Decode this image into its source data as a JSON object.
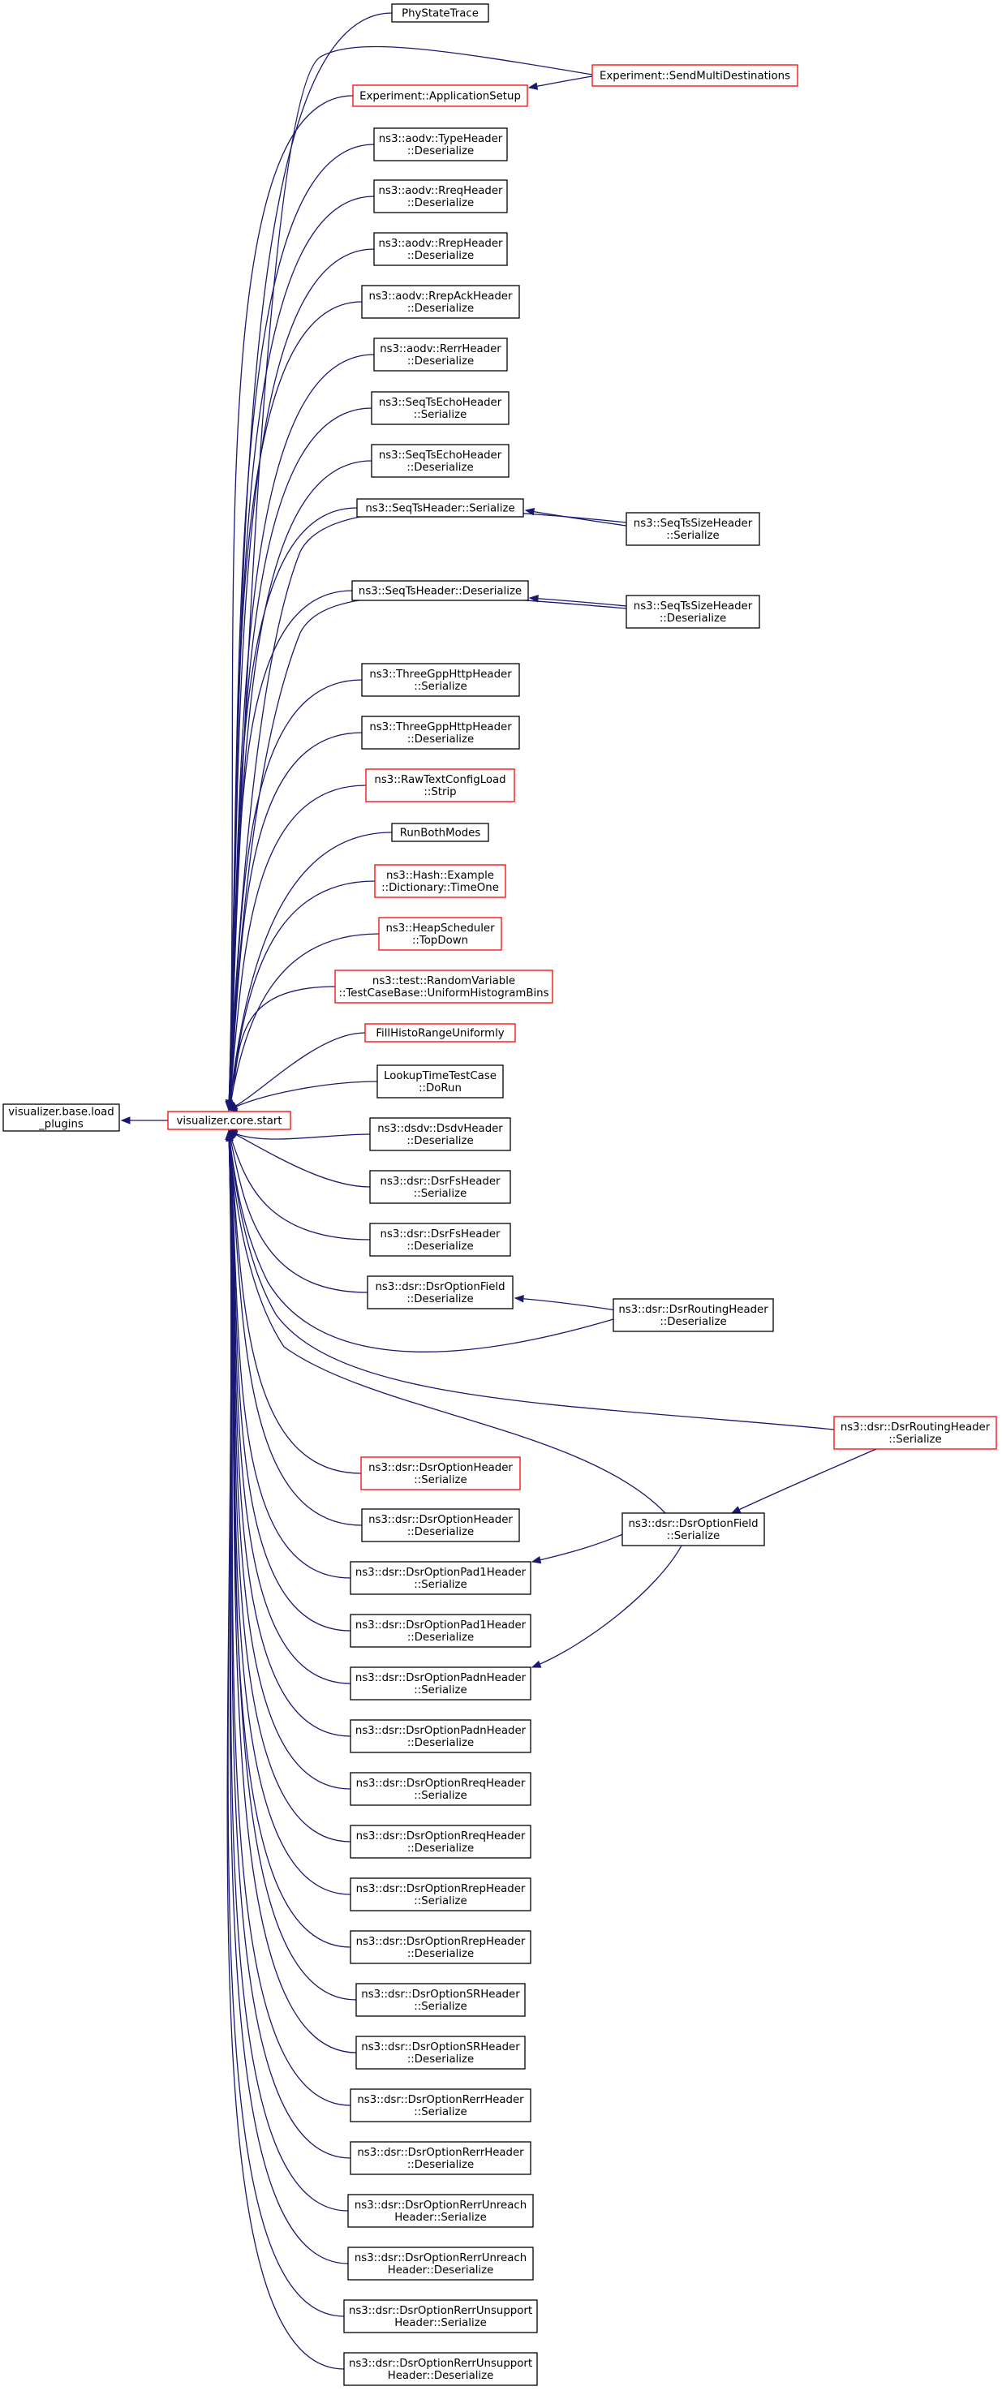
{
  "colors": {
    "edge": "#191970",
    "normal_border": "#000000",
    "incomplete_border": "#ff0000",
    "root_fill": "#bfbfbf",
    "background": "#ffffff"
  },
  "nodes": [
    {
      "id": "load_plugins",
      "lines": [
        "visualizer.base.load",
        "_plugins"
      ],
      "kind": "root"
    },
    {
      "id": "core_start",
      "lines": [
        "visualizer.core.start"
      ],
      "kind": "incomplete"
    },
    {
      "id": "phystatetrace",
      "lines": [
        "PhyStateTrace"
      ],
      "kind": "normal"
    },
    {
      "id": "appsetup",
      "lines": [
        "Experiment::ApplicationSetup"
      ],
      "kind": "incomplete"
    },
    {
      "id": "sendmulti",
      "lines": [
        "Experiment::SendMultiDestinations"
      ],
      "kind": "incomplete"
    },
    {
      "id": "aodv_type",
      "lines": [
        "ns3::aodv::TypeHeader",
        "::Deserialize"
      ],
      "kind": "normal"
    },
    {
      "id": "aodv_rreq",
      "lines": [
        "ns3::aodv::RreqHeader",
        "::Deserialize"
      ],
      "kind": "normal"
    },
    {
      "id": "aodv_rrep",
      "lines": [
        "ns3::aodv::RrepHeader",
        "::Deserialize"
      ],
      "kind": "normal"
    },
    {
      "id": "aodv_rrepack",
      "lines": [
        "ns3::aodv::RrepAckHeader",
        "::Deserialize"
      ],
      "kind": "normal"
    },
    {
      "id": "aodv_rerr",
      "lines": [
        "ns3::aodv::RerrHeader",
        "::Deserialize"
      ],
      "kind": "normal"
    },
    {
      "id": "seqts_echo_ser",
      "lines": [
        "ns3::SeqTsEchoHeader",
        "::Serialize"
      ],
      "kind": "normal"
    },
    {
      "id": "seqts_echo_des",
      "lines": [
        "ns3::SeqTsEchoHeader",
        "::Deserialize"
      ],
      "kind": "normal"
    },
    {
      "id": "seqts_ser",
      "lines": [
        "ns3::SeqTsHeader::Serialize"
      ],
      "kind": "normal"
    },
    {
      "id": "seqts_size_ser",
      "lines": [
        "ns3::SeqTsSizeHeader",
        "::Serialize"
      ],
      "kind": "normal"
    },
    {
      "id": "seqts_des",
      "lines": [
        "ns3::SeqTsHeader::Deserialize"
      ],
      "kind": "normal"
    },
    {
      "id": "seqts_size_des",
      "lines": [
        "ns3::SeqTsSizeHeader",
        "::Deserialize"
      ],
      "kind": "normal"
    },
    {
      "id": "http_ser",
      "lines": [
        "ns3::ThreeGppHttpHeader",
        "::Serialize"
      ],
      "kind": "normal"
    },
    {
      "id": "http_des",
      "lines": [
        "ns3::ThreeGppHttpHeader",
        "::Deserialize"
      ],
      "kind": "normal"
    },
    {
      "id": "rawtext",
      "lines": [
        "ns3::RawTextConfigLoad",
        "::Strip"
      ],
      "kind": "incomplete"
    },
    {
      "id": "runboth",
      "lines": [
        "RunBothModes"
      ],
      "kind": "normal"
    },
    {
      "id": "hash_example",
      "lines": [
        "ns3::Hash::Example",
        "::Dictionary::TimeOne"
      ],
      "kind": "incomplete"
    },
    {
      "id": "heapsched",
      "lines": [
        "ns3::HeapScheduler",
        "::TopDown"
      ],
      "kind": "incomplete"
    },
    {
      "id": "randomvar",
      "lines": [
        "ns3::test::RandomVariable",
        "::TestCaseBase::UniformHistogramBins"
      ],
      "kind": "incomplete"
    },
    {
      "id": "fillhisto",
      "lines": [
        "FillHistoRangeUniformly"
      ],
      "kind": "incomplete"
    },
    {
      "id": "lookuptime",
      "lines": [
        "LookupTimeTestCase",
        "::DoRun"
      ],
      "kind": "normal"
    },
    {
      "id": "dsdv_des",
      "lines": [
        "ns3::dsdv::DsdvHeader",
        "::Deserialize"
      ],
      "kind": "normal"
    },
    {
      "id": "dsrfs_ser",
      "lines": [
        "ns3::dsr::DsrFsHeader",
        "::Serialize"
      ],
      "kind": "normal"
    },
    {
      "id": "dsrfs_des",
      "lines": [
        "ns3::dsr::DsrFsHeader",
        "::Deserialize"
      ],
      "kind": "normal"
    },
    {
      "id": "optfield_des",
      "lines": [
        "ns3::dsr::DsrOptionField",
        "::Deserialize"
      ],
      "kind": "normal"
    },
    {
      "id": "routing_des",
      "lines": [
        "ns3::dsr::DsrRoutingHeader",
        "::Deserialize"
      ],
      "kind": "normal"
    },
    {
      "id": "routing_ser",
      "lines": [
        "ns3::dsr::DsrRoutingHeader",
        "::Serialize"
      ],
      "kind": "incomplete"
    },
    {
      "id": "opthdr_ser",
      "lines": [
        "ns3::dsr::DsrOptionHeader",
        "::Serialize"
      ],
      "kind": "incomplete"
    },
    {
      "id": "optfield_ser",
      "lines": [
        "ns3::dsr::DsrOptionField",
        "::Serialize"
      ],
      "kind": "normal"
    },
    {
      "id": "opthdr_des",
      "lines": [
        "ns3::dsr::DsrOptionHeader",
        "::Deserialize"
      ],
      "kind": "normal"
    },
    {
      "id": "pad1_ser",
      "lines": [
        "ns3::dsr::DsrOptionPad1Header",
        "::Serialize"
      ],
      "kind": "normal"
    },
    {
      "id": "pad1_des",
      "lines": [
        "ns3::dsr::DsrOptionPad1Header",
        "::Deserialize"
      ],
      "kind": "normal"
    },
    {
      "id": "padn_ser",
      "lines": [
        "ns3::dsr::DsrOptionPadnHeader",
        "::Serialize"
      ],
      "kind": "normal"
    },
    {
      "id": "padn_des",
      "lines": [
        "ns3::dsr::DsrOptionPadnHeader",
        "::Deserialize"
      ],
      "kind": "normal"
    },
    {
      "id": "rreq_ser",
      "lines": [
        "ns3::dsr::DsrOptionRreqHeader",
        "::Serialize"
      ],
      "kind": "normal"
    },
    {
      "id": "rreq_des",
      "lines": [
        "ns3::dsr::DsrOptionRreqHeader",
        "::Deserialize"
      ],
      "kind": "normal"
    },
    {
      "id": "rrep_ser",
      "lines": [
        "ns3::dsr::DsrOptionRrepHeader",
        "::Serialize"
      ],
      "kind": "normal"
    },
    {
      "id": "rrep_des",
      "lines": [
        "ns3::dsr::DsrOptionRrepHeader",
        "::Deserialize"
      ],
      "kind": "normal"
    },
    {
      "id": "sr_ser",
      "lines": [
        "ns3::dsr::DsrOptionSRHeader",
        "::Serialize"
      ],
      "kind": "normal"
    },
    {
      "id": "sr_des",
      "lines": [
        "ns3::dsr::DsrOptionSRHeader",
        "::Deserialize"
      ],
      "kind": "normal"
    },
    {
      "id": "rerr_ser",
      "lines": [
        "ns3::dsr::DsrOptionRerrHeader",
        "::Serialize"
      ],
      "kind": "normal"
    },
    {
      "id": "rerr_des",
      "lines": [
        "ns3::dsr::DsrOptionRerrHeader",
        "::Deserialize"
      ],
      "kind": "normal"
    },
    {
      "id": "unreach_ser",
      "lines": [
        "ns3::dsr::DsrOptionRerrUnreach",
        "Header::Serialize"
      ],
      "kind": "normal"
    },
    {
      "id": "unreach_des",
      "lines": [
        "ns3::dsr::DsrOptionRerrUnreach",
        "Header::Deserialize"
      ],
      "kind": "normal"
    },
    {
      "id": "unsupport_ser",
      "lines": [
        "ns3::dsr::DsrOptionRerrUnsupport",
        "Header::Serialize"
      ],
      "kind": "normal"
    },
    {
      "id": "unsupport_des",
      "lines": [
        "ns3::dsr::DsrOptionRerrUnsupport",
        "Header::Deserialize"
      ],
      "kind": "normal"
    }
  ],
  "edges": [
    {
      "from": "core_start",
      "to": "load_plugins"
    },
    {
      "from": "phystatetrace",
      "to": "core_start"
    },
    {
      "from": "appsetup",
      "to": "core_start"
    },
    {
      "from": "sendmulti",
      "to": "core_start"
    },
    {
      "from": "sendmulti",
      "to": "appsetup"
    },
    {
      "from": "aodv_type",
      "to": "core_start"
    },
    {
      "from": "aodv_rreq",
      "to": "core_start"
    },
    {
      "from": "aodv_rrep",
      "to": "core_start"
    },
    {
      "from": "aodv_rrepack",
      "to": "core_start"
    },
    {
      "from": "aodv_rerr",
      "to": "core_start"
    },
    {
      "from": "seqts_echo_ser",
      "to": "core_start"
    },
    {
      "from": "seqts_echo_des",
      "to": "core_start"
    },
    {
      "from": "seqts_ser",
      "to": "core_start"
    },
    {
      "from": "seqts_size_ser",
      "to": "core_start"
    },
    {
      "from": "seqts_size_ser",
      "to": "seqts_ser"
    },
    {
      "from": "seqts_des",
      "to": "core_start"
    },
    {
      "from": "seqts_size_des",
      "to": "core_start"
    },
    {
      "from": "seqts_size_des",
      "to": "seqts_des"
    },
    {
      "from": "http_ser",
      "to": "core_start"
    },
    {
      "from": "http_des",
      "to": "core_start"
    },
    {
      "from": "rawtext",
      "to": "core_start"
    },
    {
      "from": "runboth",
      "to": "core_start"
    },
    {
      "from": "hash_example",
      "to": "core_start"
    },
    {
      "from": "heapsched",
      "to": "core_start"
    },
    {
      "from": "randomvar",
      "to": "core_start"
    },
    {
      "from": "fillhisto",
      "to": "core_start"
    },
    {
      "from": "lookuptime",
      "to": "core_start"
    },
    {
      "from": "dsdv_des",
      "to": "core_start"
    },
    {
      "from": "dsrfs_ser",
      "to": "core_start"
    },
    {
      "from": "dsrfs_des",
      "to": "core_start"
    },
    {
      "from": "optfield_des",
      "to": "core_start"
    },
    {
      "from": "routing_des",
      "to": "core_start"
    },
    {
      "from": "routing_des",
      "to": "optfield_des"
    },
    {
      "from": "routing_ser",
      "to": "core_start"
    },
    {
      "from": "routing_ser",
      "to": "optfield_ser"
    },
    {
      "from": "opthdr_ser",
      "to": "core_start"
    },
    {
      "from": "optfield_ser",
      "to": "core_start"
    },
    {
      "from": "optfield_ser",
      "to": "pad1_ser"
    },
    {
      "from": "optfield_ser",
      "to": "padn_ser"
    },
    {
      "from": "opthdr_des",
      "to": "core_start"
    },
    {
      "from": "pad1_ser",
      "to": "core_start"
    },
    {
      "from": "pad1_des",
      "to": "core_start"
    },
    {
      "from": "padn_ser",
      "to": "core_start"
    },
    {
      "from": "padn_des",
      "to": "core_start"
    },
    {
      "from": "rreq_ser",
      "to": "core_start"
    },
    {
      "from": "rreq_des",
      "to": "core_start"
    },
    {
      "from": "rrep_ser",
      "to": "core_start"
    },
    {
      "from": "rrep_des",
      "to": "core_start"
    },
    {
      "from": "sr_ser",
      "to": "core_start"
    },
    {
      "from": "sr_des",
      "to": "core_start"
    },
    {
      "from": "rerr_ser",
      "to": "core_start"
    },
    {
      "from": "rerr_des",
      "to": "core_start"
    },
    {
      "from": "unreach_ser",
      "to": "core_start"
    },
    {
      "from": "unreach_des",
      "to": "core_start"
    },
    {
      "from": "unsupport_ser",
      "to": "core_start"
    },
    {
      "from": "unsupport_des",
      "to": "core_start"
    }
  ]
}
